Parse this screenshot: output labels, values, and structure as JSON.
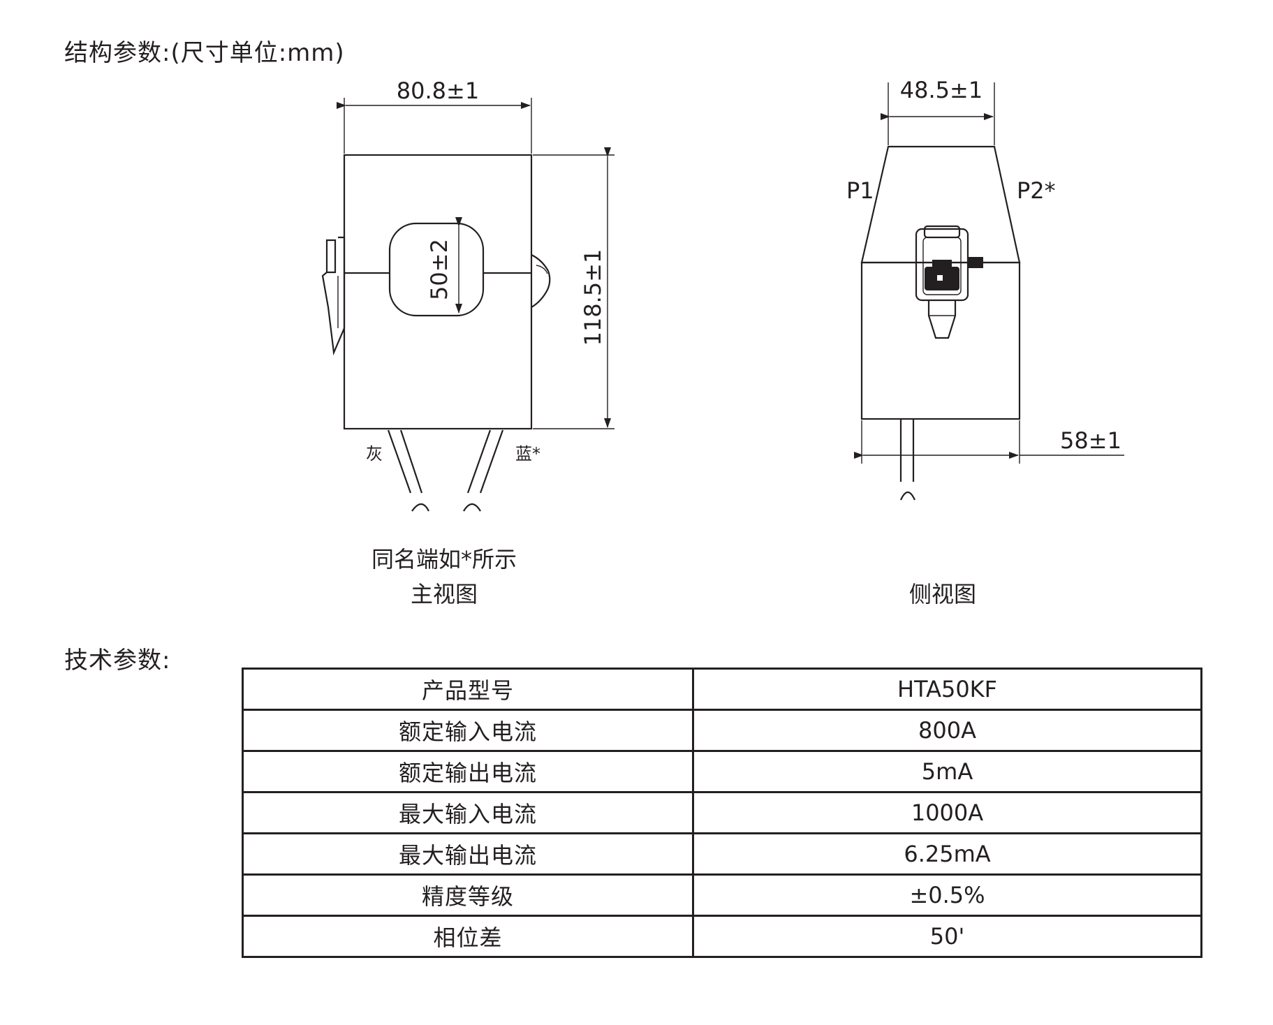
{
  "structure_heading": "结构参数:(尺寸单位:mm)",
  "front_view": {
    "width_dim": "80.8±1",
    "height_dim": "118.5±1",
    "window_dim": "50±2",
    "lead_gray": "灰",
    "lead_blue": "蓝*",
    "note": "同名端如*所示",
    "caption": "主视图"
  },
  "side_view": {
    "top_dim": "48.5±1",
    "bottom_dim": "58±1",
    "p1_label": "P1",
    "p2_label": "P2*",
    "caption": "侧视图"
  },
  "tech_heading": "技术参数:",
  "spec_table": [
    {
      "param": "产品型号",
      "value": "HTA50KF"
    },
    {
      "param": "额定输入电流",
      "value": "800A"
    },
    {
      "param": "额定输出电流",
      "value": "5mA"
    },
    {
      "param": "最大输入电流",
      "value": "1000A"
    },
    {
      "param": "最大输出电流",
      "value": "6.25mA"
    },
    {
      "param": "精度等级",
      "value": "±0.5%"
    },
    {
      "param": "相位差",
      "value": "50'"
    }
  ]
}
